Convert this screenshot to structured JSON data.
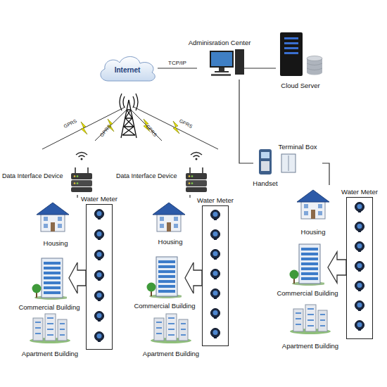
{
  "diagram": {
    "nodes": [
      {
        "text": [
          "Internet"
        ]
      },
      {
        "text": [
          "Adminisration Center"
        ]
      },
      {
        "text": [
          "Cloud Server"
        ]
      },
      {
        "text": [
          "Data Interface Device"
        ]
      },
      {
        "text": [
          "Data Interface Device"
        ]
      },
      {
        "text": [
          "Handset"
        ]
      },
      {
        "text": [
          "Terminal Box"
        ]
      },
      {
        "text": [
          "Water Meter"
        ]
      },
      {
        "text": [
          "Housing"
        ]
      },
      {
        "text": [
          "Commercial Building"
        ]
      },
      {
        "text": [
          "Apartment Building"
        ]
      },
      {
        "text": [
          "Water Meter"
        ]
      },
      {
        "text": [
          "Housing"
        ]
      },
      {
        "text": [
          "Commercial Building"
        ]
      },
      {
        "text": [
          "Apartment Building"
        ]
      },
      {
        "text": [
          "Water Meter"
        ]
      },
      {
        "text": [
          "Housing"
        ]
      },
      {
        "text": [
          "Commercial Building"
        ]
      },
      {
        "text": [
          "Apartment Building"
        ]
      }
    ],
    "edges": [
      {
        "from": 0,
        "to": 1,
        "label": "TCP/IP",
        "arrow": "none"
      },
      {
        "from": 1,
        "to": 2,
        "arrow": "none"
      },
      {
        "from": 1,
        "to": 5,
        "arrow": "none"
      },
      {
        "from": 6,
        "to": 16,
        "arrow": "none"
      },
      {
        "from": 3,
        "to": 8,
        "arrow": "none"
      },
      {
        "from": 4,
        "to": 12,
        "arrow": "none"
      },
      {
        "from": 7,
        "to": 9,
        "arrow": "to"
      },
      {
        "from": 11,
        "to": 13,
        "arrow": "to"
      },
      {
        "from": 15,
        "to": 17,
        "arrow": "to"
      }
    ],
    "labels": [
      "GPRS",
      "GPRS",
      "GPRS",
      "GPRS"
    ]
  }
}
